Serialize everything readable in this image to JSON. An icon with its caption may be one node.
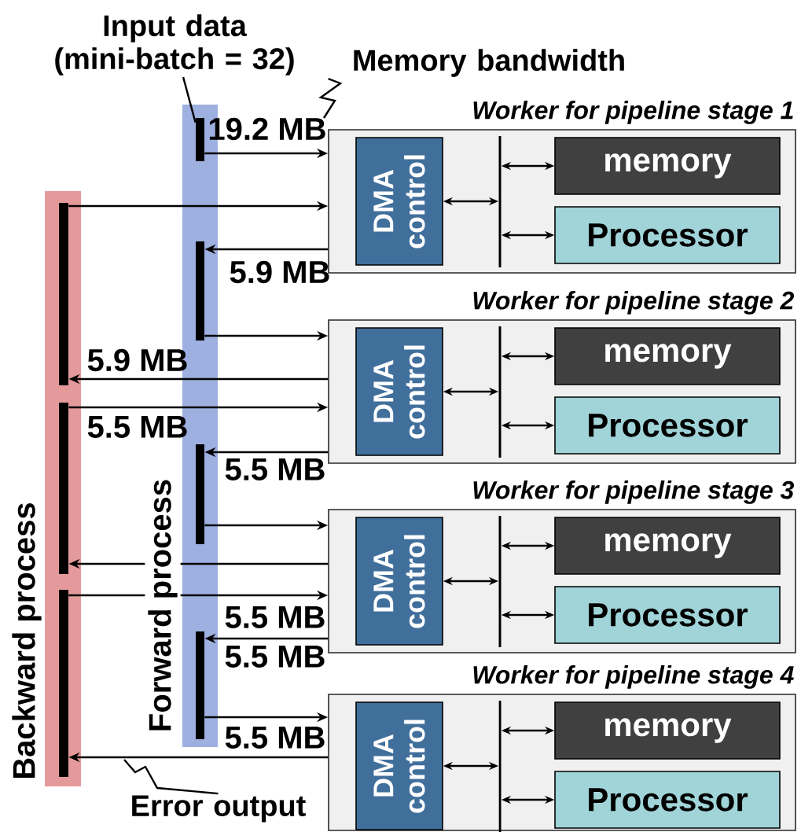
{
  "diagram": {
    "nodes": [
      {
        "text": [
          "Input data (mini-batch = 32)"
        ]
      },
      {
        "text": [
          "Memory bandwidth"
        ]
      },
      {
        "text": [
          "Forward process"
        ]
      },
      {
        "text": [],
        "shape": "bar",
        "in": 2
      },
      {
        "text": [],
        "shape": "bar",
        "in": 2
      },
      {
        "text": [],
        "shape": "bar",
        "in": 2
      },
      {
        "text": [],
        "shape": "bar",
        "in": 2
      },
      {
        "text": [
          "Backward process"
        ]
      },
      {
        "text": [],
        "shape": "bar",
        "in": 7
      },
      {
        "text": [],
        "shape": "bar",
        "in": 7
      },
      {
        "text": [],
        "shape": "bar",
        "in": 7
      },
      {
        "text": [
          "Worker for pipeline stage 1"
        ]
      },
      {
        "text": [
          "DMA control"
        ],
        "in": 11
      },
      {
        "text": [],
        "shape": "bar",
        "in": 11
      },
      {
        "text": [
          "memory"
        ],
        "in": 11
      },
      {
        "text": [
          "Processor"
        ],
        "in": 11
      },
      {
        "text": [
          "Worker for pipeline stage 2"
        ]
      },
      {
        "text": [
          "DMA control"
        ],
        "in": 16
      },
      {
        "text": [],
        "shape": "bar",
        "in": 16
      },
      {
        "text": [
          "memory"
        ],
        "in": 16
      },
      {
        "text": [
          "Processor"
        ],
        "in": 16
      },
      {
        "text": [
          "Worker for pipeline stage 3"
        ]
      },
      {
        "text": [
          "DMA control"
        ],
        "in": 21
      },
      {
        "text": [],
        "shape": "bar",
        "in": 21
      },
      {
        "text": [
          "memory"
        ],
        "in": 21
      },
      {
        "text": [
          "Processor"
        ],
        "in": 21
      },
      {
        "text": [
          "Worker for pipeline stage 4"
        ]
      },
      {
        "text": [
          "DMA control"
        ],
        "in": 26
      },
      {
        "text": [],
        "shape": "bar",
        "in": 26
      },
      {
        "text": [
          "memory"
        ],
        "in": 26
      },
      {
        "text": [
          "Processor"
        ],
        "in": 26
      },
      {
        "text": [
          "Error output"
        ]
      }
    ],
    "edges": [
      {
        "from": 3,
        "to": 11,
        "arrow": "to",
        "label": "19.2 MB"
      },
      {
        "from": 8,
        "to": 11,
        "arrow": "to"
      },
      {
        "from": 11,
        "to": 4,
        "arrow": "to",
        "label": "5.9 MB"
      },
      {
        "from": 4,
        "to": 16,
        "arrow": "to"
      },
      {
        "from": 16,
        "to": 8,
        "arrow": "to",
        "label": "5.9 MB"
      },
      {
        "from": 9,
        "to": 16,
        "arrow": "to",
        "label": "5.5 MB"
      },
      {
        "from": 16,
        "to": 5,
        "arrow": "to",
        "label": "5.5 MB"
      },
      {
        "from": 5,
        "to": 21,
        "arrow": "to"
      },
      {
        "from": 21,
        "to": 9,
        "arrow": "to"
      },
      {
        "from": 10,
        "to": 21,
        "arrow": "to",
        "label": "5.5 MB"
      },
      {
        "from": 21,
        "to": 6,
        "arrow": "to",
        "label": "5.5 MB"
      },
      {
        "from": 6,
        "to": 26,
        "arrow": "to",
        "label": "5.5 MB"
      },
      {
        "from": 26,
        "to": 10,
        "arrow": "to"
      },
      {
        "from": 0,
        "to": 3,
        "arrow": "none"
      },
      {
        "from": 1,
        "to": null,
        "arrow": "none"
      },
      {
        "from": 31,
        "to": null,
        "arrow": "none"
      },
      {
        "from": 12,
        "to": 13,
        "arrow": "both"
      },
      {
        "from": 13,
        "to": 14,
        "arrow": "both"
      },
      {
        "from": 13,
        "to": 15,
        "arrow": "both"
      },
      {
        "from": 17,
        "to": 18,
        "arrow": "both"
      },
      {
        "from": 18,
        "to": 19,
        "arrow": "both"
      },
      {
        "from": 18,
        "to": 20,
        "arrow": "both"
      },
      {
        "from": 22,
        "to": 23,
        "arrow": "both"
      },
      {
        "from": 23,
        "to": 24,
        "arrow": "both"
      },
      {
        "from": 23,
        "to": 25,
        "arrow": "both"
      },
      {
        "from": 27,
        "to": 28,
        "arrow": "both"
      },
      {
        "from": 28,
        "to": 29,
        "arrow": "both"
      },
      {
        "from": 28,
        "to": 30,
        "arrow": "both"
      }
    ]
  }
}
